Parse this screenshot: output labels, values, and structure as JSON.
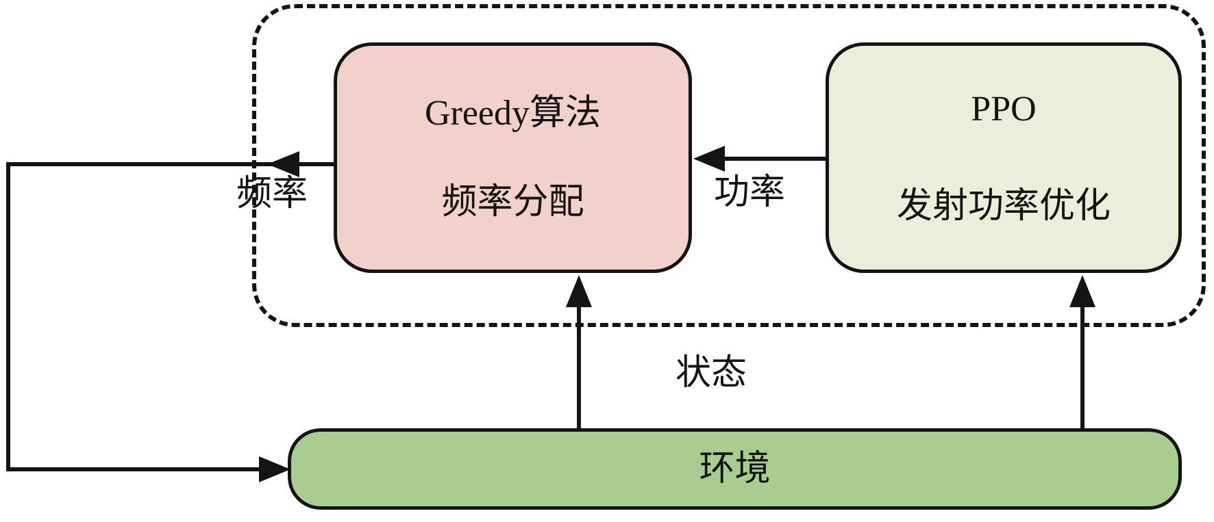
{
  "colors": {
    "stroke": "#141414",
    "greedy_fill": "#f2d0cc",
    "ppo_fill": "#eaeeda",
    "environment_fill": "#a9cc90",
    "background": "#ffffff"
  },
  "boxes": {
    "greedy": {
      "line1": "Greedy算法",
      "line2": "频率分配"
    },
    "ppo": {
      "line1": "PPO",
      "line2": "发射功率优化"
    },
    "environment": {
      "label": "环境"
    }
  },
  "edge_labels": {
    "frequency": "频率",
    "power": "功率",
    "state": "状态"
  }
}
